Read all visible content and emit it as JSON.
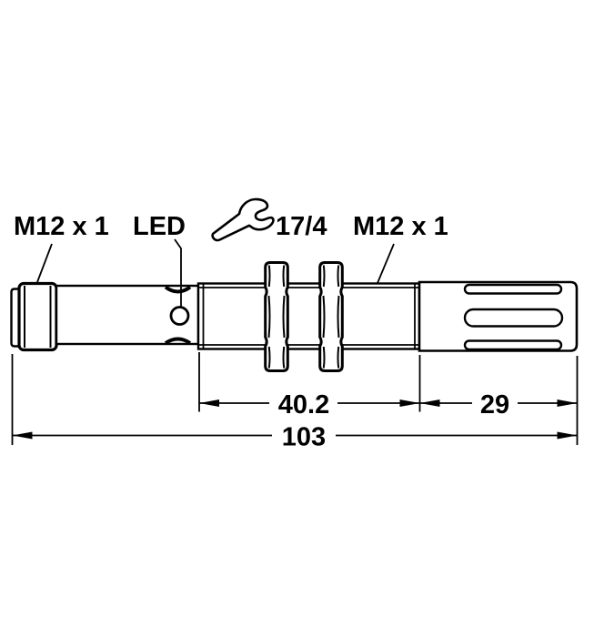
{
  "figure": {
    "type": "technical-dimension-drawing",
    "subject": "cylindrical M12 barrel sensor, side view",
    "labels": {
      "m12_left": "M12 x 1",
      "led": "LED",
      "wrench_size": "17/4",
      "m12_right": "M12 x 1"
    },
    "dimensions": {
      "thread_length": "40.2",
      "head_length": "29",
      "total_length": "103"
    },
    "icons": {
      "wrench": "wrench-icon"
    },
    "colors": {
      "line": "#000000",
      "background": "#ffffff"
    }
  }
}
